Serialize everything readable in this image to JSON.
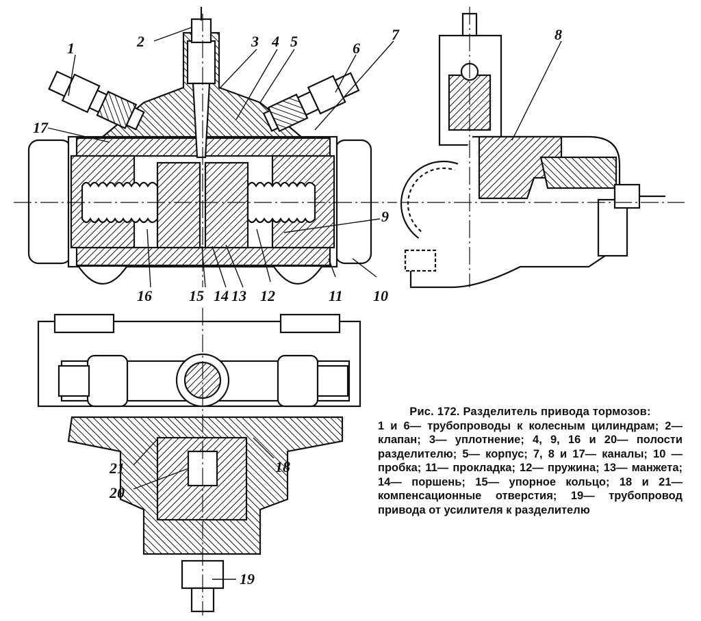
{
  "labels": [
    "1",
    "2",
    "3",
    "4",
    "5",
    "6",
    "7",
    "8",
    "9",
    "10",
    "11",
    "12",
    "13",
    "14",
    "15",
    "16",
    "17",
    "18",
    "19",
    "20",
    "21"
  ],
  "caption": {
    "title": "Рис. 172. Разделитель привода тормозов:",
    "body": "1 и 6— трубопроводы к колесным цилиндрам; 2— клапан; 3— уплотнение; 4, 9, 16 и 20— полости разделителю; 5— корпус; 7, 8 и 17— каналы; 10 — пробка; 11— прокладка; 12— пружина; 13— манжета; 14— поршень; 15— упорное кольцо; 18 и 21— компенсационные отверстия; 19— трубопровод привода от усилителя к разделителю"
  }
}
